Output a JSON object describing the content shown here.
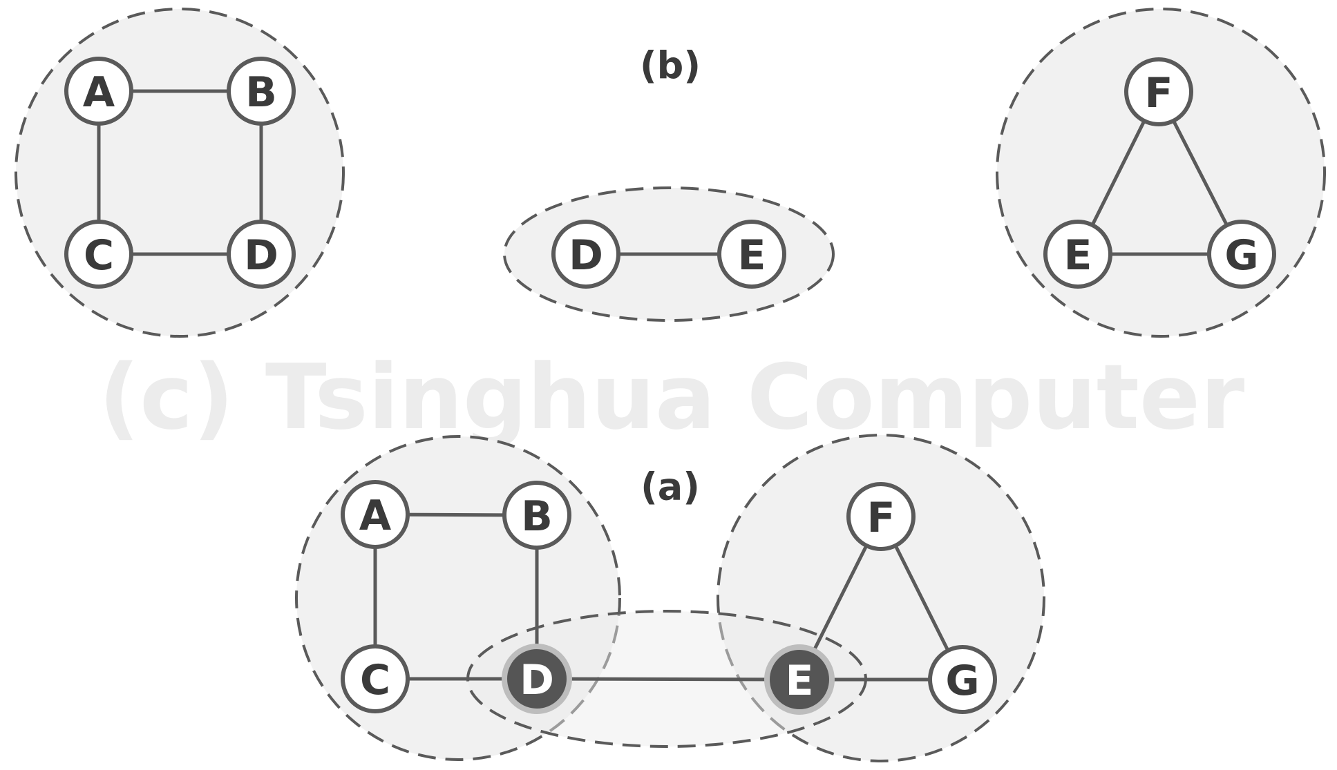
{
  "watermark": "(c) Tsinghua Computer",
  "panel_b": {
    "label": "(b)",
    "graph1": {
      "nodes": [
        "A",
        "B",
        "C",
        "D"
      ],
      "edges": [
        [
          "A",
          "B"
        ],
        [
          "A",
          "C"
        ],
        [
          "B",
          "D"
        ],
        [
          "C",
          "D"
        ]
      ]
    },
    "graph2": {
      "nodes": [
        "D",
        "E"
      ],
      "edges": [
        [
          "D",
          "E"
        ]
      ]
    },
    "graph3": {
      "nodes": [
        "F",
        "E",
        "G"
      ],
      "edges": [
        [
          "F",
          "E"
        ],
        [
          "F",
          "G"
        ],
        [
          "E",
          "G"
        ]
      ]
    }
  },
  "panel_a": {
    "label": "(a)",
    "nodes": [
      "A",
      "B",
      "C",
      "D",
      "E",
      "F",
      "G"
    ],
    "cut_vertices": [
      "D",
      "E"
    ],
    "edges": [
      [
        "A",
        "B"
      ],
      [
        "A",
        "C"
      ],
      [
        "B",
        "D"
      ],
      [
        "C",
        "D"
      ],
      [
        "D",
        "E"
      ],
      [
        "E",
        "F"
      ],
      [
        "F",
        "G"
      ],
      [
        "E",
        "G"
      ]
    ]
  },
  "colors": {
    "region_fill": "#f1f1f1",
    "stroke": "#5a5a5a",
    "cut_vertex_fill": "#555555",
    "cut_vertex_ring": "#bdbdbd"
  }
}
